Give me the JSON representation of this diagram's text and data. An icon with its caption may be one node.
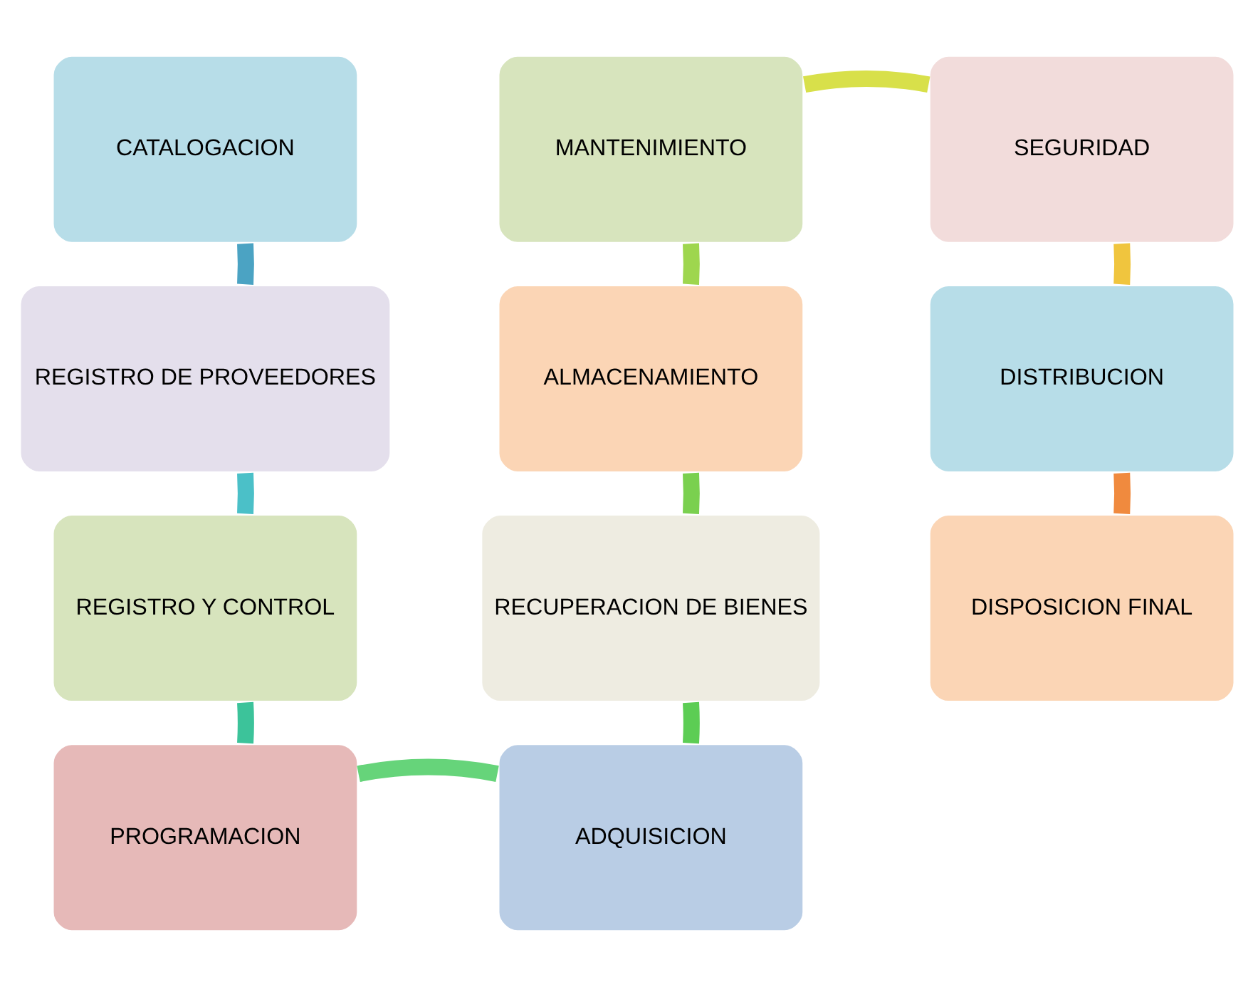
{
  "diagram": {
    "nodes": [
      {
        "text": [
          "CATALOGACION"
        ]
      },
      {
        "text": [
          "REGISTRO DE PROVEEDORES"
        ]
      },
      {
        "text": [
          "REGISTRO Y CONTROL"
        ]
      },
      {
        "text": [
          "PROGRAMACION"
        ]
      },
      {
        "text": [
          "ADQUISICION"
        ]
      },
      {
        "text": [
          "RECUPERACION DE BIENES"
        ]
      },
      {
        "text": [
          "ALMACENAMIENTO"
        ]
      },
      {
        "text": [
          "MANTENIMIENTO"
        ]
      },
      {
        "text": [
          "SEGURIDAD"
        ]
      },
      {
        "text": [
          "DISTRIBUCION"
        ]
      },
      {
        "text": [
          "DISPOSICION FINAL"
        ]
      }
    ],
    "edges": [
      {
        "from": 0,
        "to": 1,
        "arrow": "none",
        "color": "#4ba3c3"
      },
      {
        "from": 1,
        "to": 2,
        "arrow": "none",
        "color": "#4bc0c8"
      },
      {
        "from": 2,
        "to": 3,
        "arrow": "none",
        "color": "#3cc39a"
      },
      {
        "from": 3,
        "to": 4,
        "arrow": "none",
        "color": "#66d47a"
      },
      {
        "from": 4,
        "to": 5,
        "arrow": "none",
        "color": "#5ccd54"
      },
      {
        "from": 5,
        "to": 6,
        "arrow": "none",
        "color": "#7ad04f"
      },
      {
        "from": 6,
        "to": 7,
        "arrow": "none",
        "color": "#9ed64e"
      },
      {
        "from": 7,
        "to": 8,
        "arrow": "none",
        "color": "#d8e04a"
      },
      {
        "from": 8,
        "to": 9,
        "arrow": "none",
        "color": "#f0c53e"
      },
      {
        "from": 9,
        "to": 10,
        "arrow": "none",
        "color": "#f08a3e"
      }
    ]
  }
}
